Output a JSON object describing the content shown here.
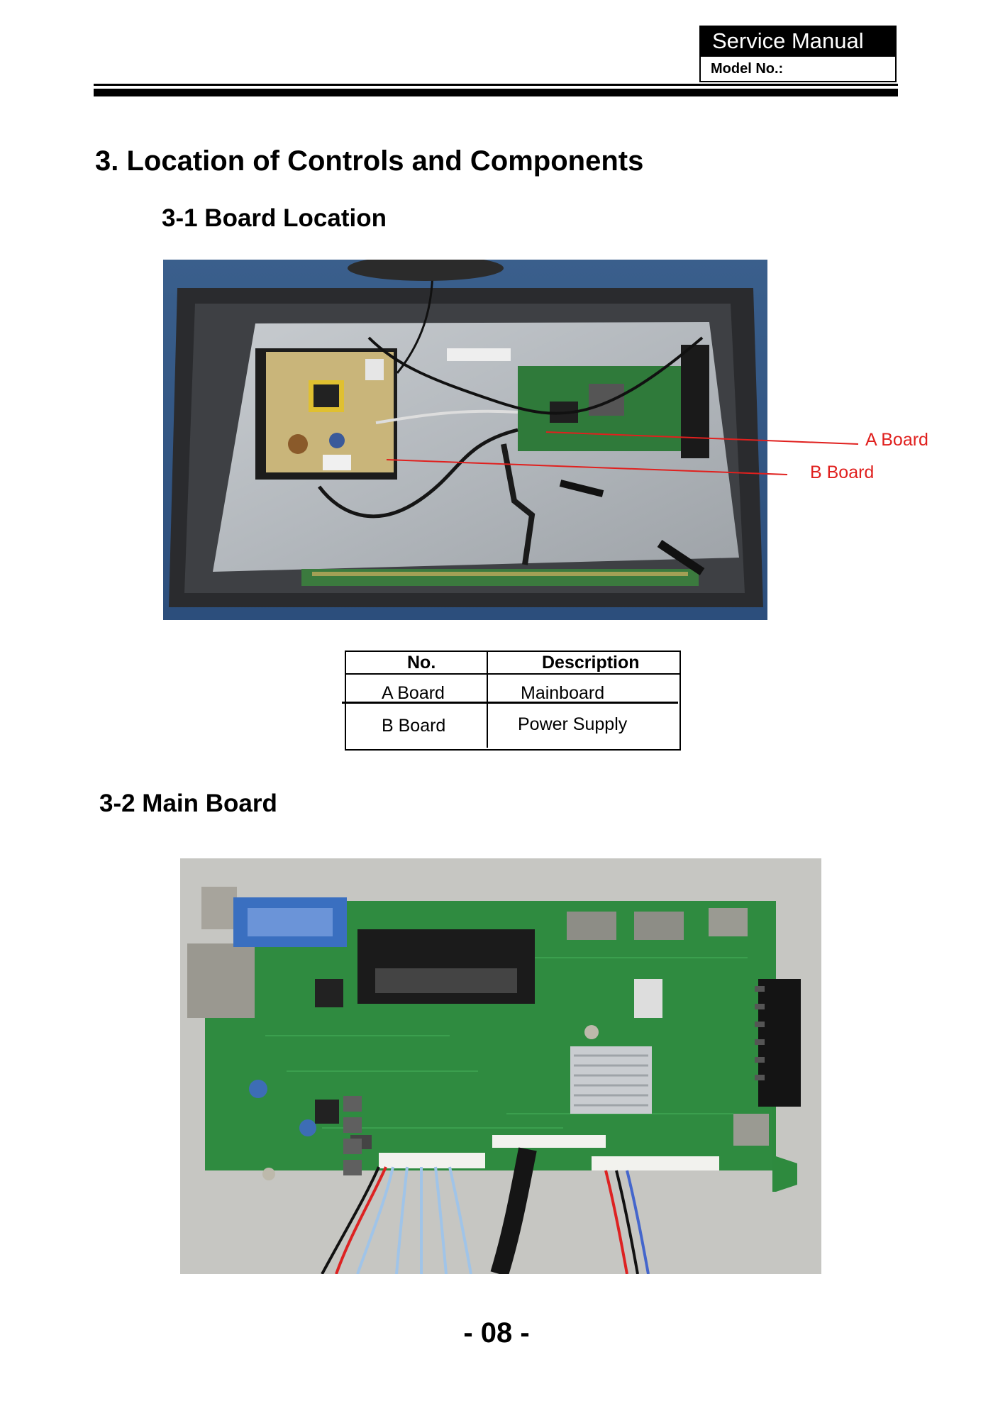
{
  "header": {
    "title": "Service Manual",
    "model_label": "Model No.:"
  },
  "section": {
    "title": "3. Location of Controls and Components",
    "sub1": "3-1 Board Location",
    "sub2": "3-2 Main  Board"
  },
  "callouts": {
    "a": "A  Board",
    "b": "B  Board",
    "color": "#e0201e"
  },
  "table": {
    "headers": [
      "No.",
      "Description"
    ],
    "rows": [
      [
        "A  Board",
        "Mainboard"
      ],
      [
        "B  Board",
        "Power Supply"
      ]
    ]
  },
  "page_number": "- 08 -"
}
